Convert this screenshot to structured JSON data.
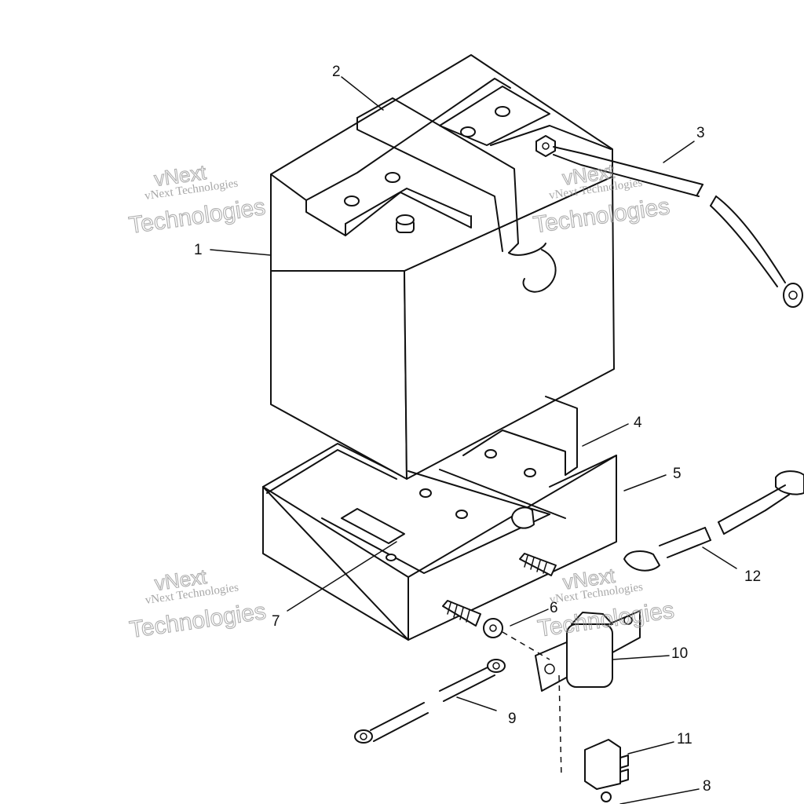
{
  "callouts": [
    "1",
    "2",
    "3",
    "4",
    "5",
    "6",
    "7",
    "8",
    "9",
    "10",
    "11",
    "12"
  ],
  "watermark": {
    "line1": "vNext Technologies",
    "big_top": "vNext",
    "big_bottom": "Technologies"
  }
}
